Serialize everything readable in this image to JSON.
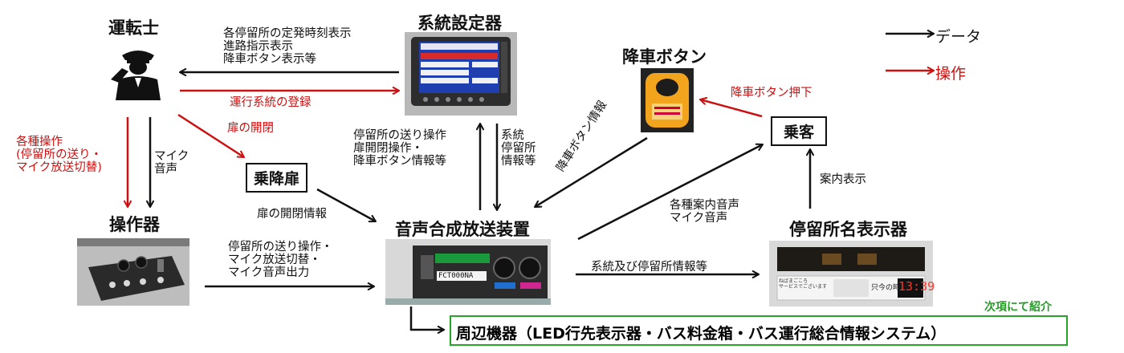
{
  "titles": {
    "driver": "運転士",
    "system_setter": "系統設定器",
    "stop_button": "降車ボタン",
    "passenger": "乗客",
    "door": "乗降扉",
    "controller": "操作器",
    "broadcaster": "音声合成放送装置",
    "stop_display": "停留所名表示器",
    "peripherals": "周辺機器（LED行先表示器・バス料金箱・バス運行総合情報システム）"
  },
  "legend": {
    "data": "データ",
    "operation": "操作"
  },
  "labels": {
    "setter_to_driver": [
      "各停留所の定発時刻表示",
      "進路指示表示",
      "降車ボタン表示等"
    ],
    "driver_to_setter": "運行系統の登録",
    "driver_door": "扉の開閉",
    "driver_controller_red": [
      "各種操作",
      "(停留所の送り・",
      "マイク放送切替)"
    ],
    "driver_controller_black": [
      "マイク",
      "音声"
    ],
    "door_info": "扉の開閉情報",
    "broadcaster_to_setter": [
      "停留所の送り操作",
      "扉開閉操作・",
      "降車ボタン情報等"
    ],
    "setter_to_broadcaster": [
      "系統",
      "停留所",
      "情報等"
    ],
    "stop_button_info": "降車ボタン情報",
    "stop_button_press": "降車ボタン押下",
    "announce_voice": [
      "各種案内音声",
      "マイク音声"
    ],
    "guide_display": "案内表示",
    "controller_to_broadcaster": [
      "停留所の送り操作・",
      "マイク放送切替・",
      "マイク音声出力"
    ],
    "system_info": "系統及び停留所情報等",
    "next_section": "次項にて紹介"
  },
  "stop_display_panel": {
    "left_text": "ねばまごころ\nサービスでございます",
    "mid_text": "只今の時刻",
    "time": "13:39"
  },
  "device_screen_text": "FCT000NA",
  "colors": {
    "data_arrow": "#111111",
    "operation_arrow": "#cc1111",
    "highlight_box": "#2aa32a",
    "led_time": "#ff3322"
  }
}
